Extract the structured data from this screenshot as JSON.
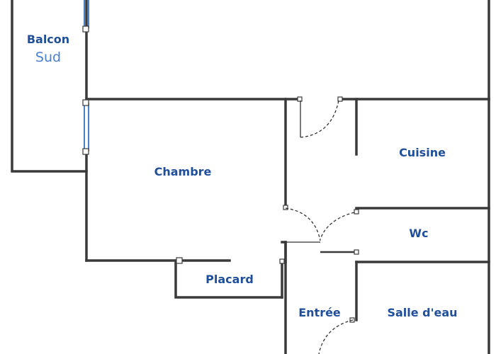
{
  "plan": {
    "colors": {
      "wall": "#3a3a3a",
      "label": "#1f4f9a",
      "label_accent": "#4a80d2",
      "window": "#4a7fd0"
    },
    "rooms": {
      "balcon": {
        "name": "Balcon",
        "orientation": "Sud"
      },
      "chambre": {
        "name": "Chambre"
      },
      "cuisine": {
        "name": "Cuisine"
      },
      "wc": {
        "name": "Wc"
      },
      "placard": {
        "name": "Placard"
      },
      "entree": {
        "name": "Entrée"
      },
      "salle_eau": {
        "name": "Salle d'eau"
      }
    }
  }
}
